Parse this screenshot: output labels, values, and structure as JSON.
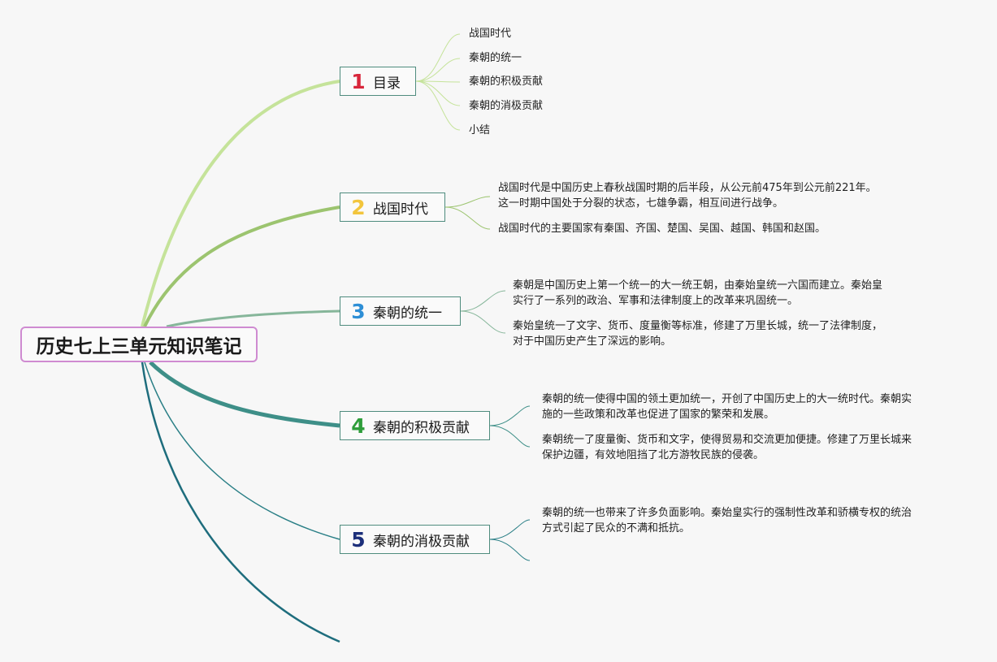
{
  "root": {
    "title": "历史七上三单元知识笔记"
  },
  "branches": [
    {
      "number": "1",
      "number_color": "#d8263b",
      "label": "目录",
      "children": [
        "战国时代",
        "秦朝的统一",
        "秦朝的积极贡献",
        "秦朝的消极贡献",
        "小结"
      ]
    },
    {
      "number": "2",
      "number_color": "#f2c53d",
      "label": "战国时代",
      "notes": [
        [
          "战国时代是中国历史上春秋战国时期的后半段，从公元前475年到公元前221年。",
          "这一时期中国处于分裂的状态，七雄争霸，相互间进行战争。"
        ],
        [
          "战国时代的主要国家有秦国、齐国、楚国、吴国、越国、韩国和赵国。"
        ]
      ]
    },
    {
      "number": "3",
      "number_color": "#2e8fd6",
      "label": "秦朝的统一",
      "notes": [
        [
          "秦朝是中国历史上第一个统一的大一统王朝，由秦始皇统一六国而建立。秦始皇",
          "实行了一系列的政治、军事和法律制度上的改革来巩固统一。"
        ],
        [
          "秦始皇统一了文字、货币、度量衡等标准，修建了万里长城，统一了法律制度，",
          "对于中国历史产生了深远的影响。"
        ]
      ]
    },
    {
      "number": "4",
      "number_color": "#2e9d3a",
      "label": "秦朝的积极贡献",
      "notes": [
        [
          "秦朝的统一使得中国的领土更加统一，开创了中国历史上的大一统时代。秦朝实",
          "施的一些政策和改革也促进了国家的繁荣和发展。"
        ],
        [
          "秦朝统一了度量衡、货币和文字，使得贸易和交流更加便捷。修建了万里长城来",
          "保护边疆，有效地阻挡了北方游牧民族的侵袭。"
        ]
      ]
    },
    {
      "number": "5",
      "number_color": "#1c2f7a",
      "label": "秦朝的消极贡献",
      "notes": [
        [
          "秦朝的统一也带来了许多负面影响。秦始皇实行的强制性改革和骄横专权的统治",
          "方式引起了民众的不满和抵抗。"
        ]
      ]
    }
  ],
  "colors": {
    "background": "#f7f7f7",
    "root_border": "#cf8bd1",
    "branch_border": "#4f8c7e",
    "curve_1": "#c5e39a",
    "curve_2": "#9cc46f",
    "curve_3": "#86b69a",
    "curve_4": "#3e8f88",
    "curve_5": "#2a7f86",
    "curve_6": "#1e6d7d"
  }
}
